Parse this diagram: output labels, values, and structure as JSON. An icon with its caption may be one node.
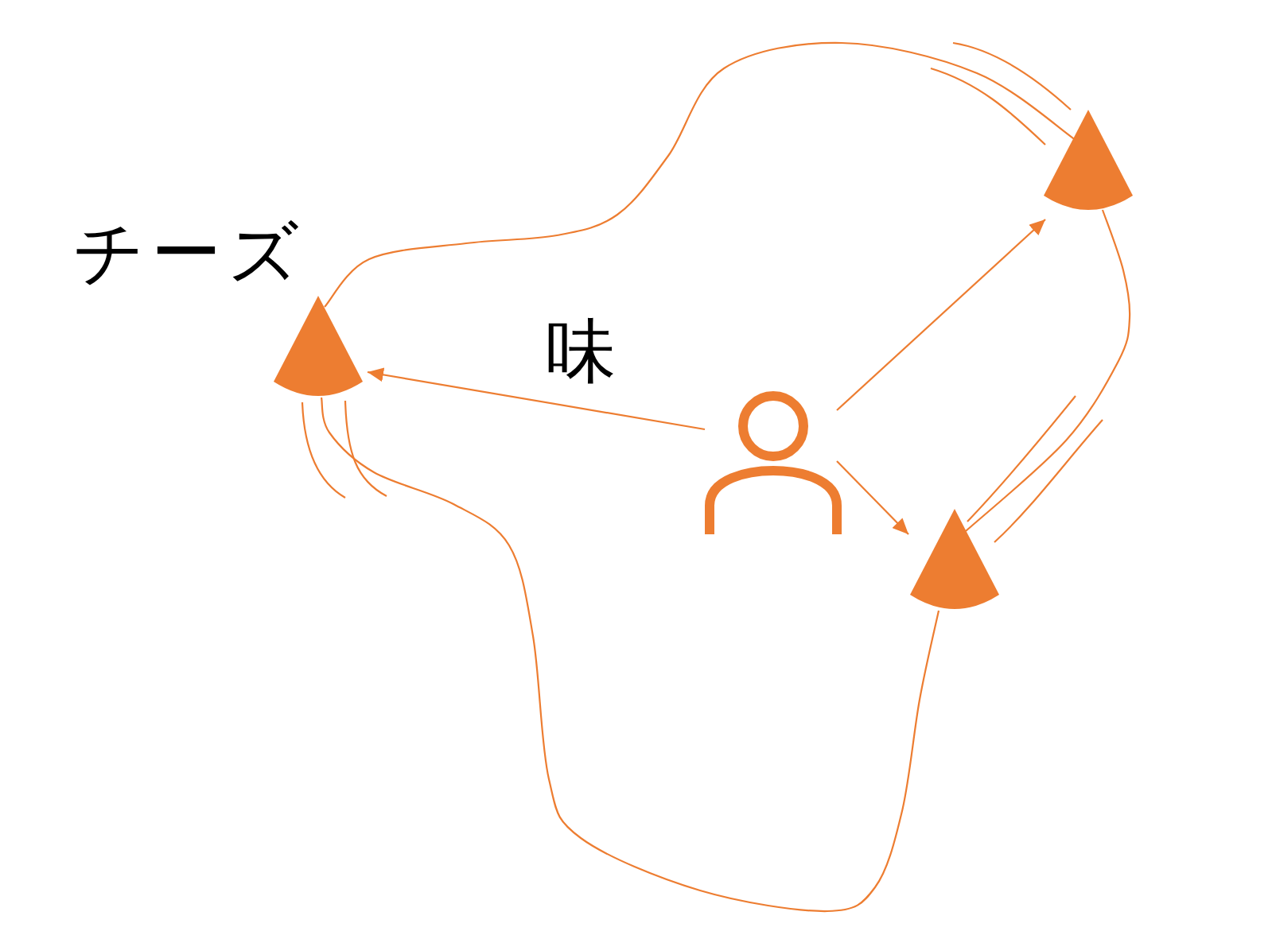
{
  "diagram": {
    "nodes": [
      {
        "text": [],
        "shape": "cone",
        "beside": [
          "チーズ"
        ]
      },
      {
        "text": [],
        "shape": "cone"
      },
      {
        "text": [],
        "shape": "cone"
      },
      {
        "text": [],
        "shape": "person"
      }
    ],
    "edges": [
      {
        "from": 3,
        "to": 0,
        "arrow": "to",
        "label": "味"
      },
      {
        "from": 3,
        "to": 1,
        "arrow": "to"
      },
      {
        "from": 3,
        "to": 2,
        "arrow": "to"
      },
      {
        "from": 0,
        "to": 1,
        "arrow": "none"
      },
      {
        "from": 1,
        "to": 2,
        "arrow": "none"
      },
      {
        "from": 2,
        "to": 0,
        "arrow": "none"
      }
    ]
  }
}
